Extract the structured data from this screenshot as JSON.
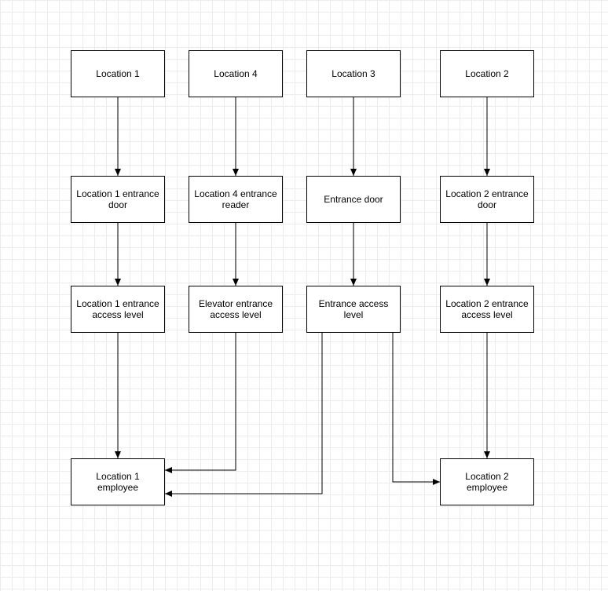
{
  "diagram": {
    "nodes": [
      {
        "id": "loc1",
        "label": "Location 1"
      },
      {
        "id": "loc4",
        "label": "Location 4"
      },
      {
        "id": "loc3",
        "label": "Location 3"
      },
      {
        "id": "loc2",
        "label": "Location 2"
      },
      {
        "id": "loc1-door",
        "label": "Location 1 entrance door"
      },
      {
        "id": "loc4-reader",
        "label": "Location 4 entrance reader"
      },
      {
        "id": "entrance-door",
        "label": "Entrance door"
      },
      {
        "id": "loc2-door",
        "label": "Location 2 entrance door"
      },
      {
        "id": "loc1-access",
        "label": "Location 1 entrance access level"
      },
      {
        "id": "elevator-access",
        "label": "Elevator entrance access level"
      },
      {
        "id": "entrance-access",
        "label": "Entrance access level"
      },
      {
        "id": "loc2-access",
        "label": "Location 2 entrance access level"
      },
      {
        "id": "loc1-employee",
        "label": "Location 1 employee"
      },
      {
        "id": "loc2-employee",
        "label": "Location 2 employee"
      }
    ],
    "edges": [
      {
        "from": "loc1",
        "to": "loc1-door"
      },
      {
        "from": "loc4",
        "to": "loc4-reader"
      },
      {
        "from": "loc3",
        "to": "entrance-door"
      },
      {
        "from": "loc2",
        "to": "loc2-door"
      },
      {
        "from": "loc1-door",
        "to": "loc1-access"
      },
      {
        "from": "loc4-reader",
        "to": "elevator-access"
      },
      {
        "from": "entrance-door",
        "to": "entrance-access"
      },
      {
        "from": "loc2-door",
        "to": "loc2-access"
      },
      {
        "from": "loc1-access",
        "to": "loc1-employee"
      },
      {
        "from": "elevator-access",
        "to": "loc1-employee"
      },
      {
        "from": "entrance-access",
        "to": "loc1-employee"
      },
      {
        "from": "entrance-access",
        "to": "loc2-employee"
      },
      {
        "from": "loc2-access",
        "to": "loc2-employee"
      }
    ],
    "colors": {
      "line": "#000000",
      "node_border": "#000000",
      "node_fill": "#ffffff",
      "grid": "#ececec"
    }
  }
}
